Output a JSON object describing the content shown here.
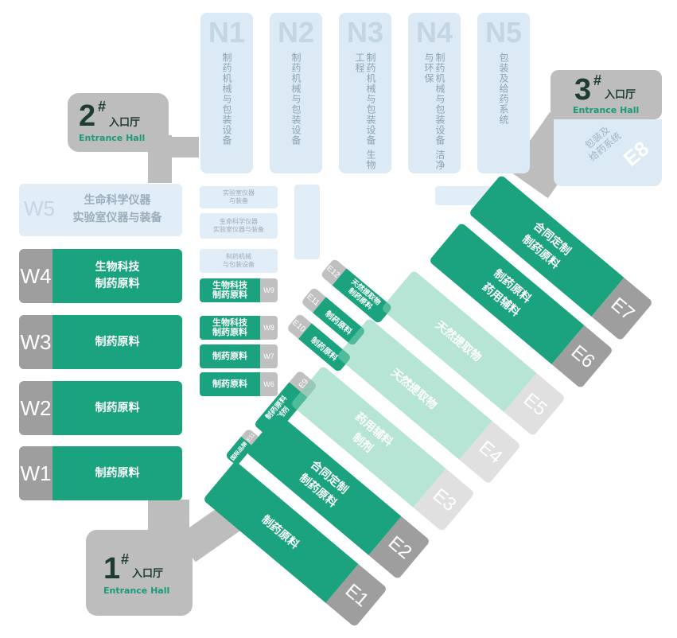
{
  "halls": {
    "entrance_1": {
      "number": "1",
      "mark": "#",
      "name_zh": "入口厅",
      "name_en": "Entrance Hall"
    },
    "entrance_2": {
      "number": "2",
      "mark": "#",
      "name_zh": "入口厅",
      "name_en": "Entrance Hall"
    },
    "entrance_3": {
      "number": "3",
      "mark": "#",
      "name_zh": "入口厅",
      "name_en": "Entrance Hall"
    }
  },
  "north": [
    {
      "label": "N1",
      "text": "制药机械与包装设备"
    },
    {
      "label": "N2",
      "text": "制药机械与包装设备"
    },
    {
      "label": "N3",
      "text": "制药机械与包装设备 生物工程"
    },
    {
      "label": "N4",
      "text": "制药机械与包装设备 洁净与环保"
    },
    {
      "label": "N5",
      "text": "包装及给药系统"
    }
  ],
  "west": [
    {
      "label": "W5",
      "lines": [
        "生命科学仪器",
        "实验室仪器与装备"
      ]
    },
    {
      "label": "W4",
      "lines": [
        "生物科技",
        "制药原料"
      ]
    },
    {
      "label": "W3",
      "lines": [
        "制药原料"
      ]
    },
    {
      "label": "W2",
      "lines": [
        "制药原料"
      ]
    },
    {
      "label": "W1",
      "lines": [
        "制药原料"
      ]
    }
  ],
  "small_west": {
    "faded": [
      {
        "lines": [
          "实验室仪器",
          "与装备"
        ]
      },
      {
        "lines": [
          "生命科学仪器",
          "实验室仪器与装备"
        ]
      },
      {
        "lines": [
          "制药机械",
          "与包装设备"
        ]
      }
    ],
    "active": [
      {
        "label": "W9",
        "lines": [
          "生物科技",
          "制药原料"
        ]
      },
      {
        "label": "W8",
        "lines": [
          "生物科技",
          "制药原料"
        ]
      },
      {
        "label": "W7",
        "lines": [
          "制药原料"
        ]
      },
      {
        "label": "W6",
        "lines": [
          "制药原料"
        ]
      }
    ]
  },
  "east": [
    {
      "label": "E1",
      "lines": [
        "制药原料"
      ]
    },
    {
      "label": "E2",
      "lines": [
        "合同定制",
        "制药原料"
      ]
    },
    {
      "label": "E3",
      "lines": [
        "药用辅料",
        "制剂"
      ]
    },
    {
      "label": "E4",
      "lines": [
        "天然提取物"
      ]
    },
    {
      "label": "E5",
      "lines": [
        "天然提取物"
      ]
    },
    {
      "label": "E6",
      "lines": [
        "制药原料",
        "药用辅料"
      ]
    },
    {
      "label": "E7",
      "lines": [
        "合同定制",
        "制药原料"
      ]
    },
    {
      "label": "E8",
      "lines": [
        "包装及",
        "给药系统"
      ]
    }
  ],
  "east_small": [
    {
      "label": "E9",
      "lines": [
        "制药原料",
        "制剂"
      ]
    },
    {
      "label": "E10",
      "lines": [
        "制药原料"
      ]
    },
    {
      "label": "E11",
      "lines": [
        "制药原料"
      ]
    },
    {
      "label": "E12",
      "lines": [
        "天然提取物",
        "制药原料"
      ]
    },
    {
      "label": "E11",
      "lines": [
        "国际品牌"
      ]
    }
  ],
  "colors": {
    "green": "#1aa37e",
    "light_green": "#a8dcc8",
    "grey": "#bdbdbd",
    "dark_grey": "#9e9e9e",
    "faded_blue": "#dbeaf5",
    "dark_text": "#1e3c32"
  }
}
